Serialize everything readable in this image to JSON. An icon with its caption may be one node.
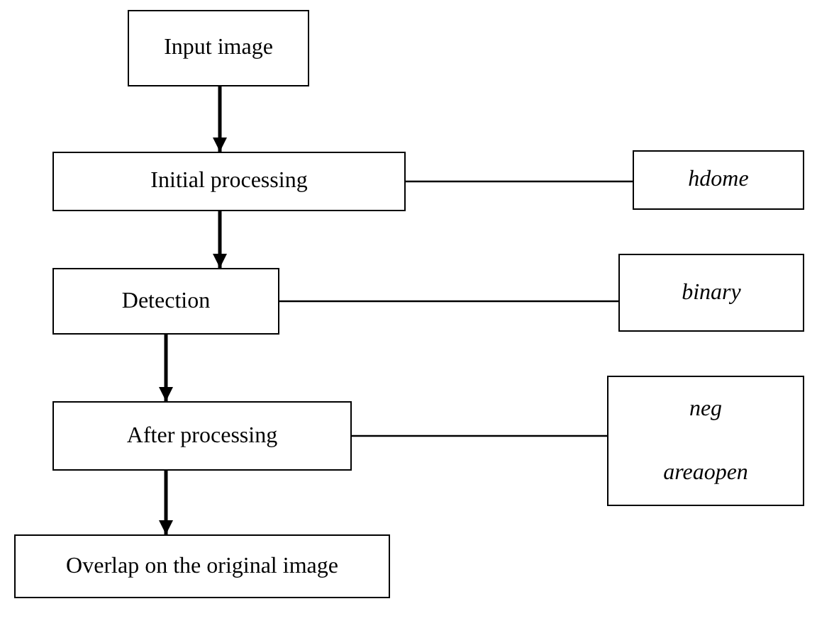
{
  "diagram": {
    "nodes": [
      {
        "text": [
          "Input image"
        ]
      },
      {
        "text": [
          "Initial processing"
        ]
      },
      {
        "text": [
          "hdome"
        ]
      },
      {
        "text": [
          "Detection"
        ]
      },
      {
        "text": [
          "binary"
        ]
      },
      {
        "text": [
          "After processing"
        ]
      },
      {
        "text": [
          "neg",
          "areaopen"
        ]
      },
      {
        "text": [
          "Overlap on the original image"
        ]
      }
    ],
    "edges": [
      {
        "from": 0,
        "to": 1,
        "arrow": "to"
      },
      {
        "from": 1,
        "to": 2,
        "arrow": "none"
      },
      {
        "from": 1,
        "to": 3,
        "arrow": "to"
      },
      {
        "from": 3,
        "to": 4,
        "arrow": "none"
      },
      {
        "from": 3,
        "to": 5,
        "arrow": "to"
      },
      {
        "from": 5,
        "to": 6,
        "arrow": "none"
      },
      {
        "from": 5,
        "to": 7,
        "arrow": "to"
      }
    ]
  }
}
